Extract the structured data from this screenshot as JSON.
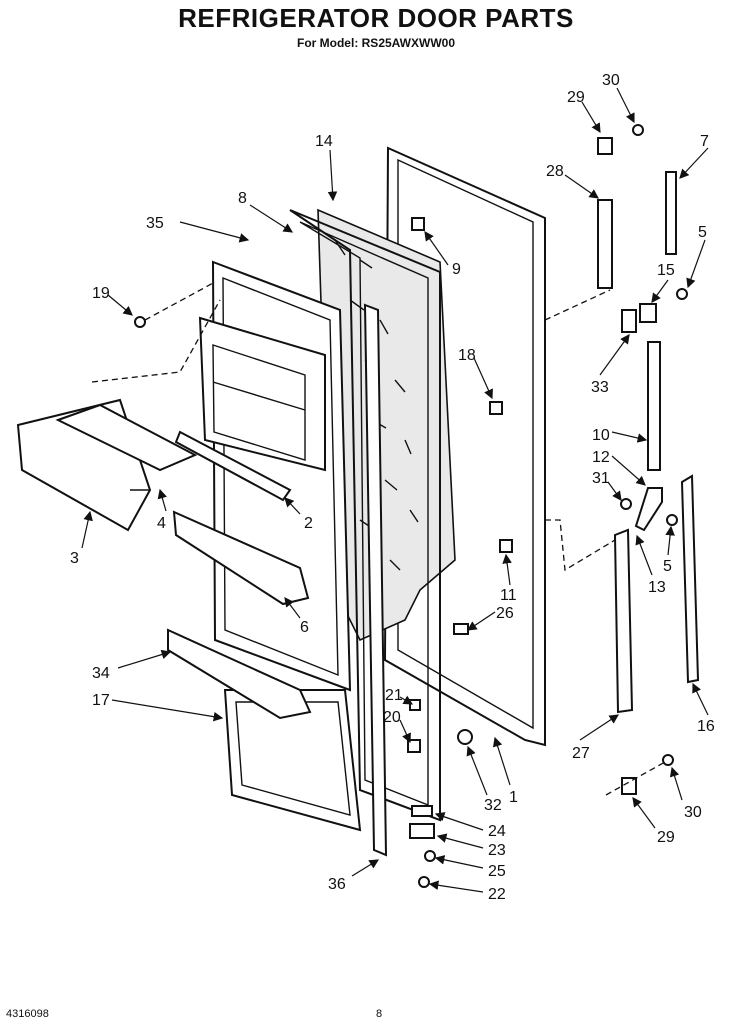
{
  "header": {
    "title": "REFRIGERATOR DOOR PARTS",
    "subtitle": "For Model: RS25AWXWW00"
  },
  "footer": {
    "doc_number": "4316098",
    "page_number": "8"
  },
  "callouts": [
    "1",
    "2",
    "3",
    "4",
    "5",
    "5",
    "6",
    "7",
    "8",
    "9",
    "10",
    "11",
    "12",
    "13",
    "14",
    "15",
    "16",
    "17",
    "18",
    "19",
    "20",
    "21",
    "22",
    "23",
    "24",
    "25",
    "26",
    "27",
    "28",
    "29",
    "29",
    "30",
    "30",
    "31",
    "32",
    "33",
    "34",
    "35",
    "36"
  ]
}
